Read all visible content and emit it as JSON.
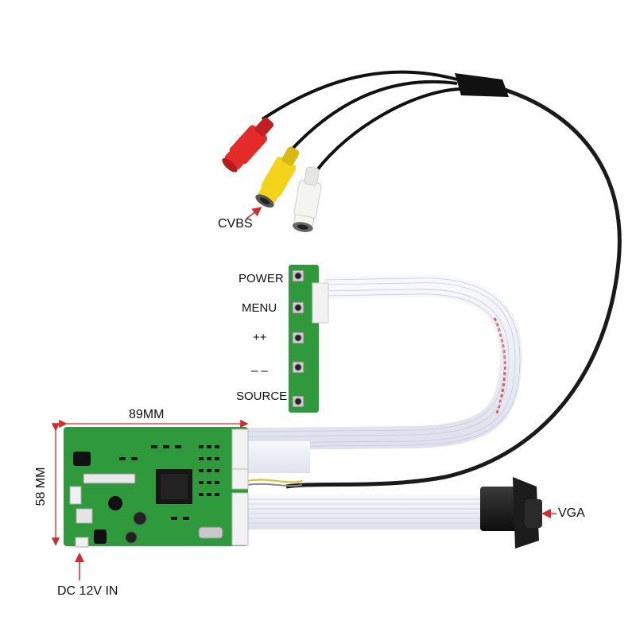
{
  "labels": {
    "cvbs": "CVBS",
    "power": "POWER",
    "menu": "MENU",
    "plus": "++",
    "minus": "– –",
    "source": "SOURCE",
    "width_dim": "89MM",
    "height_dim": "58 MM",
    "vga": "VGA",
    "dc_in": "DC 12V  IN"
  },
  "colors": {
    "pcb_green": "#2f9a3c",
    "ribbon": "#eef0f7",
    "ribbon_red_stripe": "#e05a5a",
    "rca_red": "#e52a2a",
    "rca_yellow": "#f3d41a",
    "rca_white": "#f4f4f0",
    "cable_black": "#1a1a1a",
    "annotation_red": "#d42a2a"
  }
}
